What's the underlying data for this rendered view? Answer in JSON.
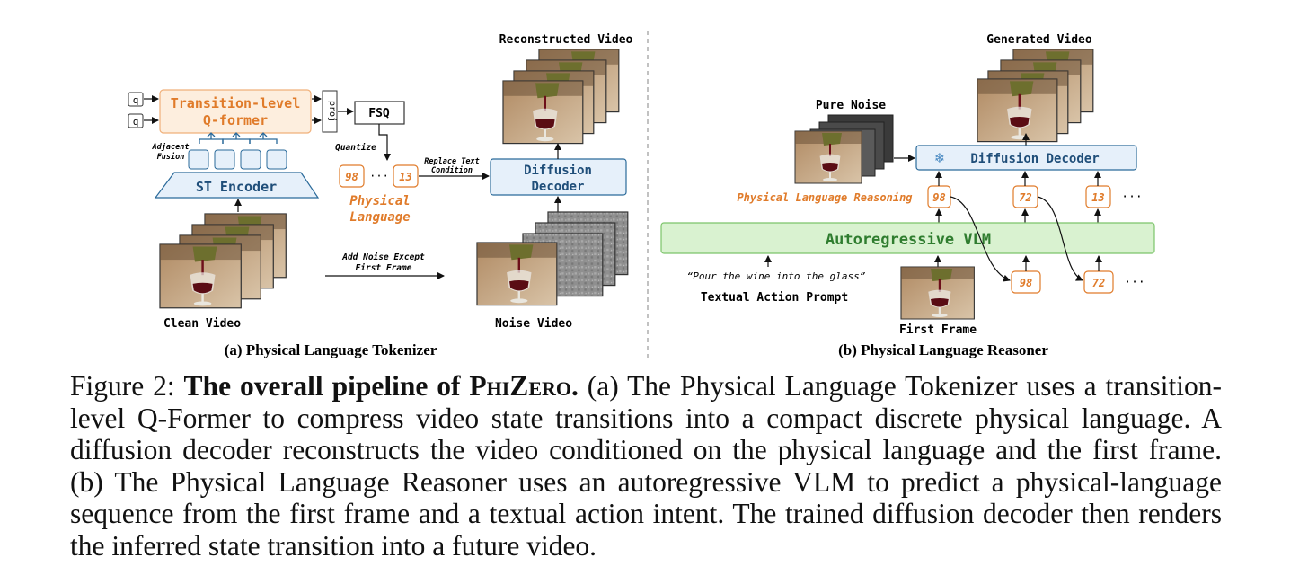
{
  "figure": {
    "panel_a": {
      "subtitle": "(a) Physical Language Tokenizer",
      "q_token": "q",
      "qformer_title_line1": "Transition-level",
      "qformer_title_line2": "Q-former",
      "proj_label": "proj",
      "fsq_label": "FSQ",
      "quantize_label": "Quantize",
      "adjacent_fusion_line1": "Adjacent",
      "adjacent_fusion_line2": "Fusion",
      "st_encoder_label": "ST Encoder",
      "token_first": "98",
      "token_dots": "···",
      "token_last": "13",
      "physical_language_line1": "Physical",
      "physical_language_line2": "Language",
      "replace_text_line1": "Replace Text",
      "replace_text_line2": "Condition",
      "diffusion_decoder_line1": "Diffusion",
      "diffusion_decoder_line2": "Decoder",
      "reconstructed_video_label": "Reconstructed Video",
      "clean_video_label": "Clean Video",
      "noise_video_label": "Noise Video",
      "add_noise_line1": "Add Noise Except",
      "add_noise_line2": "First Frame"
    },
    "panel_b": {
      "subtitle": "(b) Physical Language Reasoner",
      "generated_video_label": "Generated Video",
      "pure_noise_label": "Pure Noise",
      "diffusion_decoder_label": "Diffusion Decoder",
      "snowflake_icon": "❄",
      "reasoning_label": "Physical Language Reasoning",
      "top_tokens": [
        "98",
        "72",
        "13"
      ],
      "bottom_tokens": [
        "98",
        "72"
      ],
      "dots": "···",
      "vlm_label": "Autoregressive VLM",
      "prompt_text": "“Pour the wine into the glass”",
      "prompt_label": "Textual Action Prompt",
      "first_frame_label": "First Frame"
    }
  },
  "caption": {
    "lines": [
      {
        "prefix": "Figure 2: ",
        "bold": "The overall pipeline of ",
        "bold_sc": "PhiZero",
        "bold_end": ".",
        "rest": " (a) The Physical Language Tokenizer uses a transition-"
      },
      {
        "rest": "level Q-Former to compress video state transitions into a compact discrete physical language.  A"
      },
      {
        "rest": "diffusion decoder reconstructs the video conditioned on the physical language and the first frame."
      },
      {
        "rest": "(b) The Physical Language Reasoner uses an autoregressive VLM to predict a physical-language"
      },
      {
        "rest": "sequence from the first frame and a textual action intent. The trained diffusion decoder then renders"
      },
      {
        "rest": "the inferred state transition into a future video."
      }
    ]
  },
  "colors": {
    "orange": "#e07b2a",
    "blue_text": "#1f4e79",
    "blue_fill": "#e6f0fa",
    "green_fill": "#d9f2d0",
    "green_text": "#2f7d2f"
  }
}
